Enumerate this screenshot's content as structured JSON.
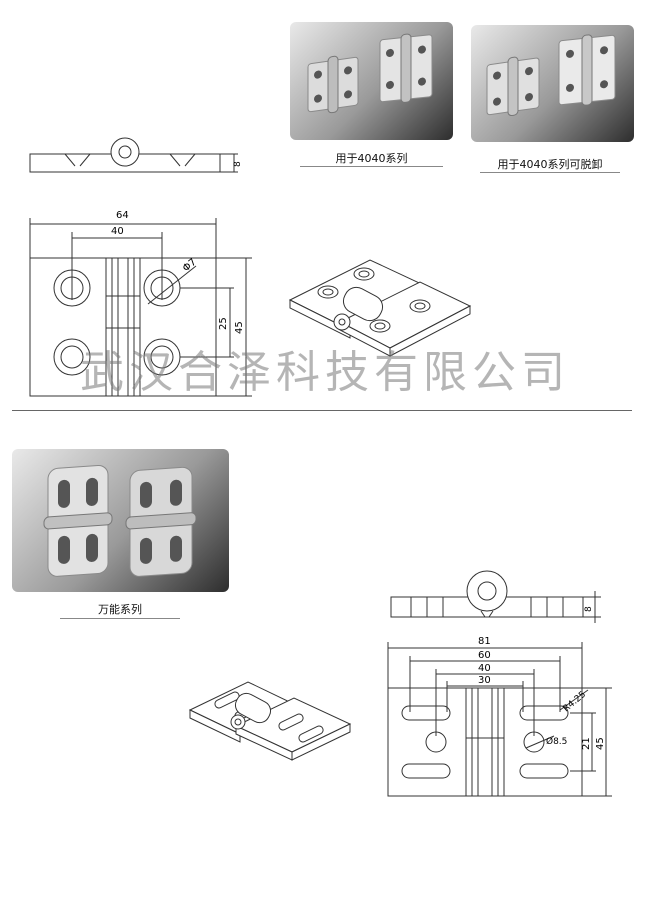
{
  "captions": {
    "photo1": "用于4040系列",
    "photo2": "用于4040系列可脱卸",
    "photo3": "万能系列"
  },
  "watermark": "武汉合泽科技有限公司",
  "drawing1": {
    "dim_total_width": "64",
    "dim_hole_spacing": "40",
    "dim_hole_dia": "Φ7",
    "dim_hole_vspacing": "25",
    "dim_height": "45",
    "dim_thickness": "8"
  },
  "drawing2": {
    "dim_total_width": "81",
    "dim_60": "60",
    "dim_40": "40",
    "dim_30": "30",
    "dim_radius": "R4.25",
    "dim_hole_dia": "Ø8.5",
    "dim_21": "21",
    "dim_height": "45",
    "dim_thickness": "8"
  },
  "colors": {
    "line": "#333333",
    "photo_dark": "#2d2d2d",
    "photo_light": "#e9e9e9",
    "watermark": "#787878"
  }
}
